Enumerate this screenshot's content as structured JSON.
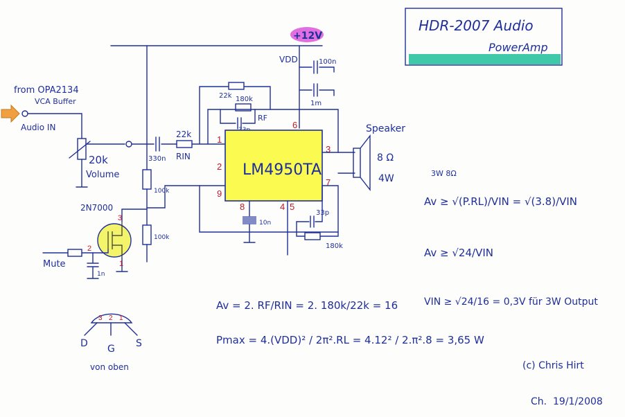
{
  "title": {
    "line1": "HDR-2007  Audio",
    "line2": "PowerAmp",
    "accent_color": "#40c9a8"
  },
  "supply": {
    "label": "+12V",
    "vdd": "VDD",
    "badge_color": "#e070e0"
  },
  "input": {
    "from": "from OPA2134",
    "buffer": "VCA Buffer",
    "audio_in": "Audio IN",
    "arrow_color": "#f0a040"
  },
  "volume": {
    "value": "20k",
    "label": "Volume"
  },
  "mute": {
    "label": "Mute",
    "cap": "1n"
  },
  "mosfet": {
    "part": "2N7000",
    "pins": [
      "3",
      "2",
      "1"
    ],
    "fill_color": "#f4f46a",
    "pinout_letters": [
      "D",
      "G",
      "S"
    ],
    "pinout_caption": "von oben"
  },
  "components": {
    "c_in": "330n",
    "r_in_value": "22k",
    "r_in_label": "RIN",
    "r_top": "22k",
    "r_f_value": "180k",
    "r_f_label": "RF",
    "c_f": "33p",
    "r_bias_top": "100k",
    "r_bias_bottom": "100k",
    "c_vdd1": "100n",
    "c_vdd2": "1m",
    "c_pin8": "10n",
    "c_out": "33p",
    "r_out": "180k"
  },
  "ic": {
    "name": "LM4950TA",
    "fill_color": "#fafa50",
    "pins": {
      "p1": "1",
      "p2": "2",
      "p3": "3",
      "p4": "4",
      "p5": "5",
      "p6": "6",
      "p7": "7",
      "p8": "8",
      "p9": "9"
    }
  },
  "speaker": {
    "label": "Speaker",
    "impedance": "8 Ω",
    "power": "4W"
  },
  "equations": {
    "av_formula": "Av = 2. RF/RIN = 2. 180k/22k = 16",
    "pmax_formula": "Pmax = 4.(VDD)² / 2π².RL = 4.12² / 2.π².8 = 3,65 W",
    "av_req1": "Av ≥ √(P.RL)/VIN = √(3.8)/VIN",
    "av_req1_notes": "3W  8Ω",
    "av_req2": "Av ≥ √24/VIN",
    "vin": "VIN ≥ √24/16 = 0,3V für 3W Output"
  },
  "credit": {
    "author": "(c) Chris Hirt",
    "date": "19/1/2008"
  }
}
